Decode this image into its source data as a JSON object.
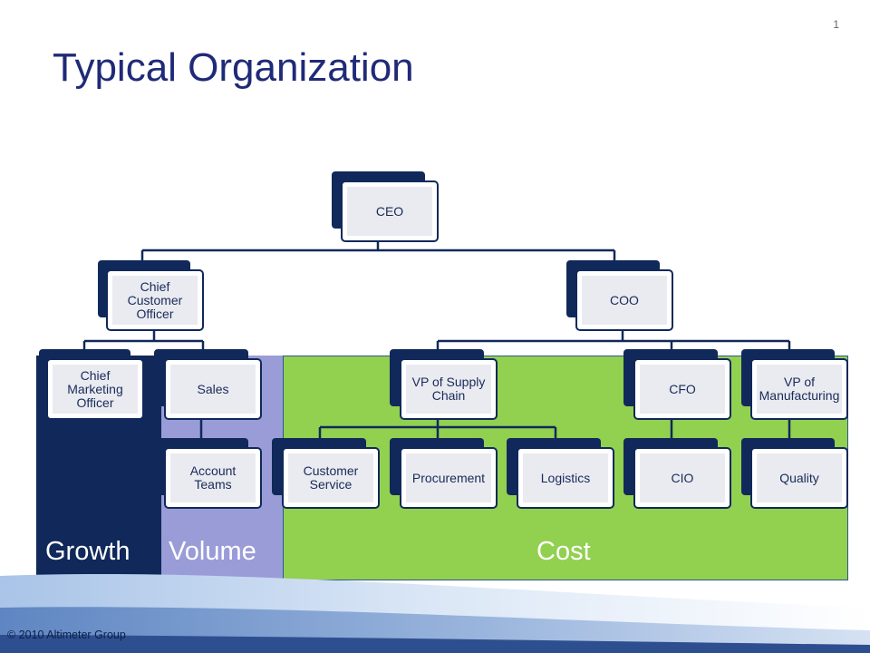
{
  "slide": {
    "number": "1",
    "title": "Typical Organization",
    "copyright": "© 2010 Altimeter Group"
  },
  "regions": {
    "growth": {
      "label": "Growth",
      "color": "#10295a"
    },
    "volume": {
      "label": "Volume",
      "color": "#9a9cd8"
    },
    "cost": {
      "label": "Cost",
      "color": "#92d050"
    }
  },
  "nodes": {
    "ceo": "CEO",
    "chief_customer_officer": "Chief Customer Officer",
    "coo": "COO",
    "chief_marketing_officer": "Chief Marketing Officer",
    "sales": "Sales",
    "account_teams": "Account Teams",
    "vp_supply_chain": "VP of Supply Chain",
    "cfo": "CFO",
    "vp_manufacturing": "VP of Manufacturing",
    "customer_service": "Customer Service",
    "procurement": "Procurement",
    "logistics": "Logistics",
    "cio": "CIO",
    "quality": "Quality"
  },
  "colors": {
    "box_border": "#10295a",
    "box_fill": "#e9ebf0",
    "title": "#1f2a78"
  }
}
